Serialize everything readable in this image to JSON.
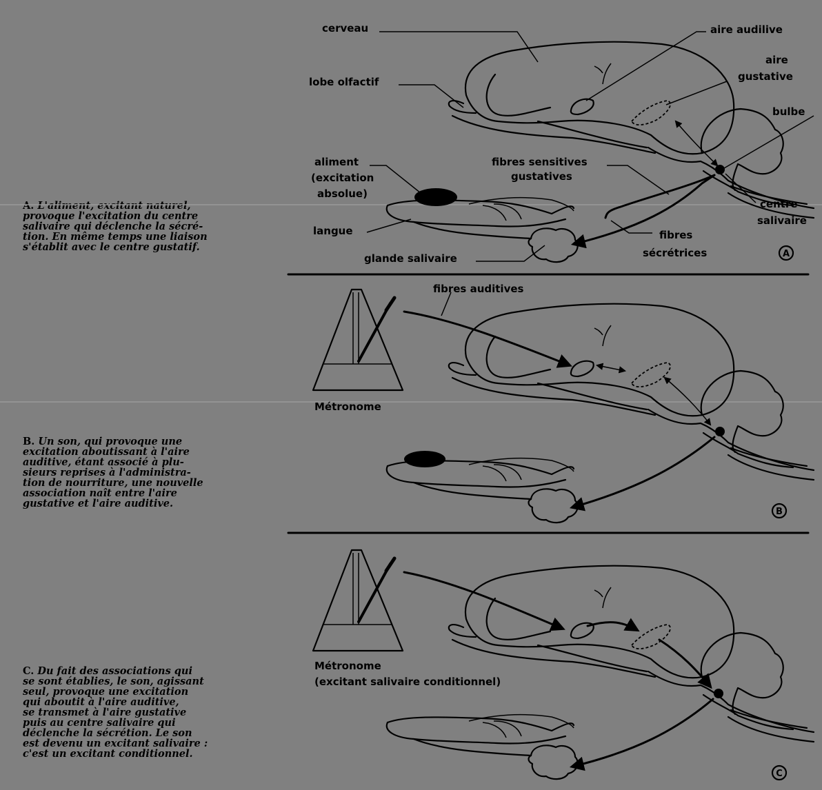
{
  "captions": {
    "a_lead": "A.",
    "a_text": " L'aliment, excitant naturel,\nprovoque l'excitation du centre\nsalivaire qui déclenche la sécré-\ntion. En même temps une liaison\ns'établit avec le centre gustatif.",
    "b_lead": "B.",
    "b_text": " Un son, qui provoque une\nexcitation aboutissant à l'aire\nauditive, étant associé à plu-\nsieurs reprises à l'administra-\ntion de nourriture, une nouvelle\nassociation naît entre l'aire\ngustative et l'aire auditive.",
    "c_lead": "C.",
    "c_text": " Du fait des associations qui\nse sont établies, le son, agissant\nseul, provoque une excitation\nqui aboutit à l'aire auditive,\nse transmet à l'aire gustative\npuis au centre salivaire qui\ndéclenche la sécrétion. Le son\nest devenu un excitant salivaire :\nc'est un excitant conditionnel."
  },
  "labels_a": {
    "cerveau": "cerveau",
    "aire_auditive": "aire audilive",
    "aire_gustative_1": "aire",
    "aire_gustative_2": "gustative",
    "lobe_olfactif": "lobe olfactif",
    "bulbe": "bulbe",
    "aliment_1": "aliment",
    "aliment_2": "(excitation",
    "aliment_3": "absolue)",
    "fibres_sensitives_1": "fibres sensitives",
    "fibres_sensitives_2": "gustatives",
    "centre_salivaire_1": "centre",
    "centre_salivaire_2": "salivaire",
    "langue": "langue",
    "fibres_secretrices_1": "fibres",
    "fibres_secretrices_2": "sécrétrices",
    "glande_salivaire": "glande salivaire",
    "panel_mark": "A"
  },
  "labels_b": {
    "fibres_auditives": "fibres auditives",
    "metronome": "Métronome",
    "panel_mark": "B"
  },
  "labels_c": {
    "metronome_1": "Métronome",
    "metronome_2": "(excitant salivaire conditionnel)",
    "panel_mark": "C"
  }
}
